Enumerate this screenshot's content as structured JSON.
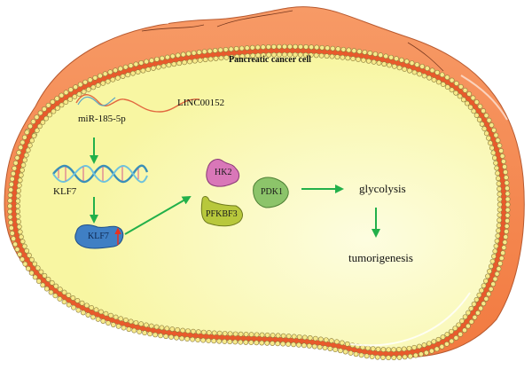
{
  "cell": {
    "title": "Pancreatic cancer cell",
    "colors": {
      "outer_membrane": "#f5935e",
      "outer_membrane_dark": "#f0733a",
      "bilayer": "#e85a2c",
      "lipid_head": "#f7e98a",
      "cytoplasm": "#f8f7a6",
      "cytoplasm_light": "#fcfcd8"
    }
  },
  "labels": {
    "lnc": "LINC00152",
    "mirna": "miR-185-5p",
    "klf7_gene": "KLF7",
    "klf7_protein": "KLF7",
    "hk2": "HK2",
    "pfkbf3": "PFKBF3",
    "pdk1": "PDK1",
    "glycolysis": "glycolysis",
    "tumorigenesis": "tumorigenesis"
  },
  "colors": {
    "arrow_green": "#22b04a",
    "arrow_red": "#e8311f",
    "klf7_protein": "#3f7fc4",
    "hk2": "#d977b8",
    "pfkbf3": "#b8c83c",
    "pdk1": "#8cc46a",
    "rna_red": "#e26840",
    "rna_blue": "#5aa6c8"
  },
  "edges": [
    {
      "from": "mirna",
      "to": "klf7_gene",
      "type": "inhibition-arrow"
    },
    {
      "from": "klf7_gene",
      "to": "klf7_protein",
      "type": "arrow"
    },
    {
      "from": "klf7_protein",
      "to": "enzymes",
      "type": "arrow"
    },
    {
      "from": "enzymes",
      "to": "glycolysis",
      "type": "arrow"
    },
    {
      "from": "glycolysis",
      "to": "tumorigenesis",
      "type": "arrow"
    }
  ],
  "annotations": {
    "klf7_upregulated": "up"
  }
}
